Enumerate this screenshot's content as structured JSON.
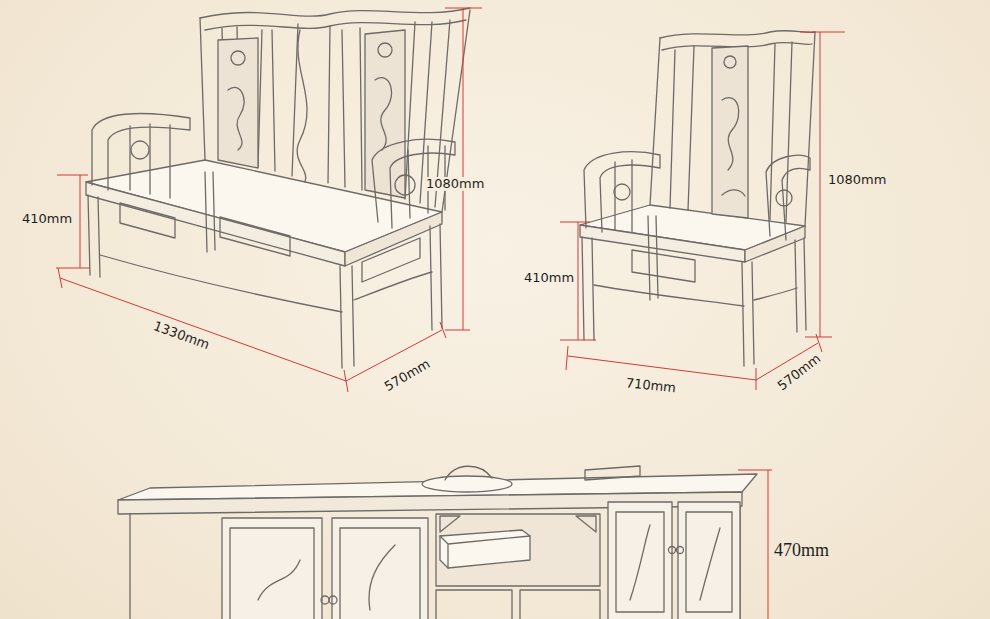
{
  "diagram": {
    "labels": [
      "410mm",
      "1080mm",
      "1330mm",
      "570mm",
      "410mm",
      "1080mm",
      "710mm",
      "570mm",
      "470mm"
    ]
  }
}
